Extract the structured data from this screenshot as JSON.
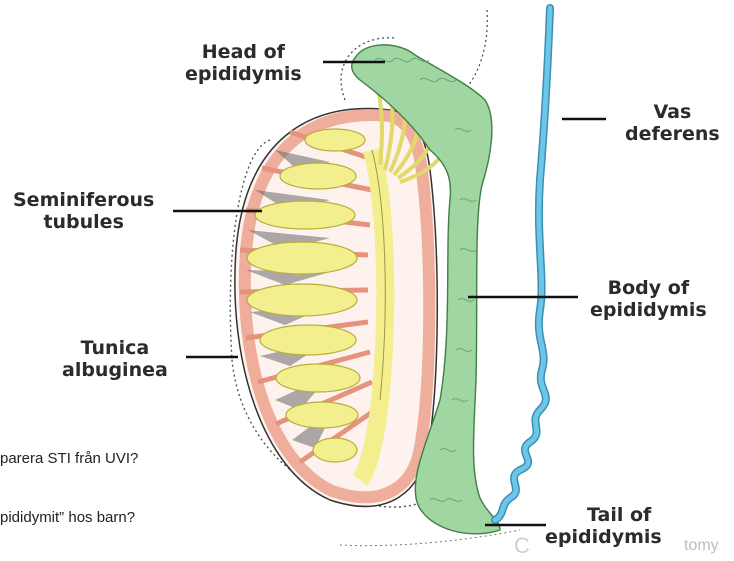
{
  "labels": {
    "head_of_epididymis": [
      "Head of",
      "epididymis"
    ],
    "seminiferous_tubules": [
      "Seminiferous",
      "tubules"
    ],
    "tunica_albuginea": [
      "Tunica",
      "albuginea"
    ],
    "vas_deferens": [
      "Vas",
      "deferens"
    ],
    "body_of_epididymis": [
      "Body of",
      "epididymis"
    ],
    "tail_of_epididymis": [
      "Tail of",
      "epididymis"
    ]
  },
  "overlay_text": {
    "line1": "parera STI från UVI?",
    "line2": "pididymit” hos barn?"
  },
  "watermark": {
    "symbol": "C",
    "text": "tomy"
  },
  "colors": {
    "tunica": "#e9967f",
    "tubule": "#f3ee8e",
    "epididymis": "#9fd6a2",
    "vas_deferens": "#5bb6d9",
    "leader_line": "#111111"
  }
}
